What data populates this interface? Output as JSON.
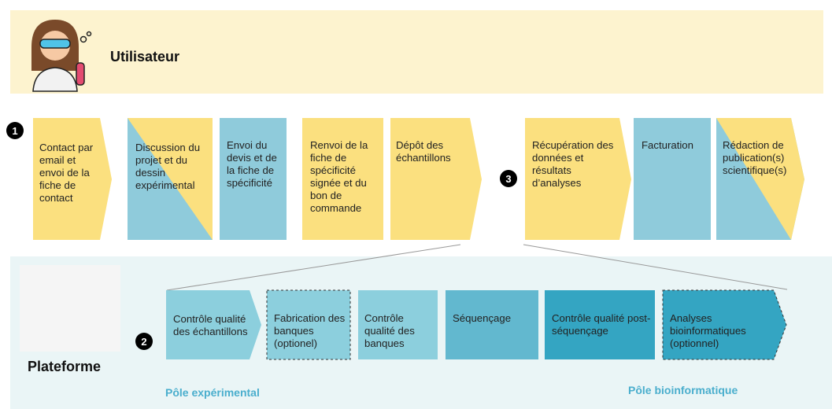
{
  "user_band": {
    "label": "Utilisateur",
    "icon": "scientist-icon"
  },
  "platform_band": {
    "label": "Plateforme",
    "icon": "dna-icon"
  },
  "steps": [
    "1",
    "2",
    "3"
  ],
  "user_steps": [
    {
      "text": "Contact par email et envoi de la fiche de contact"
    },
    {
      "text": "Discussion du projet et du dessin expérimental"
    },
    {
      "text": "Envoi du devis et de la fiche de spécificité"
    },
    {
      "text": "Renvoi de la fiche de spécificité signée et du bon de commande"
    },
    {
      "text": "Dépôt des échantillons"
    },
    {
      "text": "Récupération des données et résultats d’analyses"
    },
    {
      "text": "Facturation"
    },
    {
      "text": "Rédaction de publication(s) scientifique(s)"
    }
  ],
  "platform_steps": [
    {
      "text": "Contrôle qualité des échantillons"
    },
    {
      "text": "Fabrication des banques (optionel)"
    },
    {
      "text": "Contrôle qualité des banques"
    },
    {
      "text": "Séquençage"
    },
    {
      "text": "Contrôle qualité post-séquençage"
    },
    {
      "text": "Analyses bioinformatiques (optionnel)"
    }
  ],
  "poles": {
    "experimental": "Pôle expérimental",
    "bioinformatique": "Pôle bioinformatique"
  },
  "colors": {
    "yellow": "#fbe07f",
    "blue": "#8fcbdb",
    "light_teal": "#8ccfdd",
    "dark_teal": "#34a5c2",
    "user_band": "#fdf3cf",
    "platform_band": "#eaf5f6"
  }
}
